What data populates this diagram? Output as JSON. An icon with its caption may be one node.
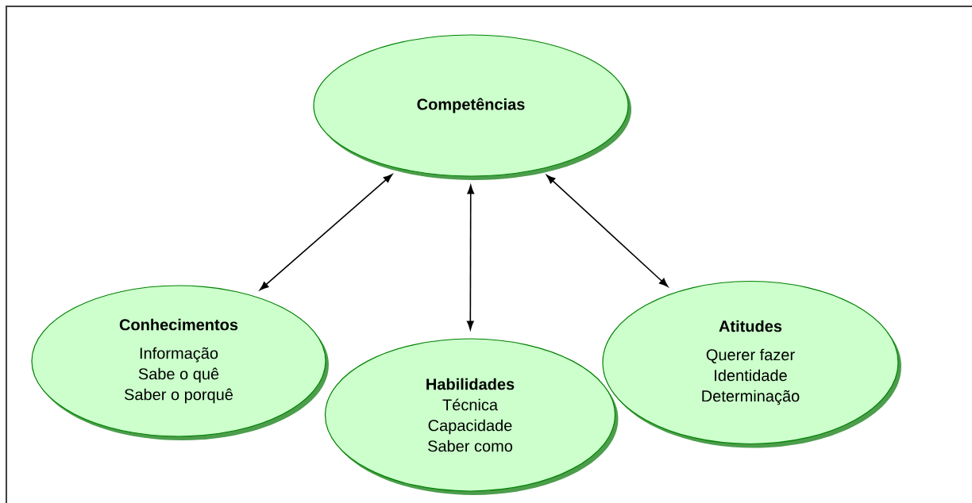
{
  "diagram": {
    "nodes": [
      {
        "text": [
          "Competências"
        ]
      },
      {
        "text": [
          "Conhecimentos",
          "Informação",
          "Sabe o quê",
          "Saber o porquê"
        ]
      },
      {
        "text": [
          "Habilidades",
          "Técnica",
          "Capacidade",
          "Saber como"
        ]
      },
      {
        "text": [
          "Atitudes",
          "Querer fazer",
          "Identidade",
          "Determinação"
        ]
      }
    ],
    "edges": [
      {
        "from": 1,
        "to": 0,
        "arrow": "both"
      },
      {
        "from": 2,
        "to": 0,
        "arrow": "both"
      },
      {
        "from": 3,
        "to": 0,
        "arrow": "both"
      }
    ]
  }
}
